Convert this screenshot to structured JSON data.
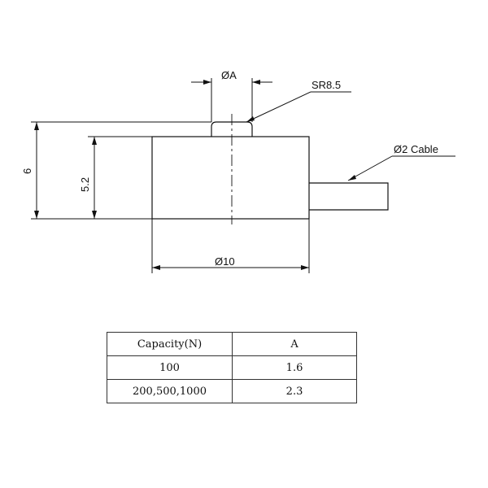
{
  "drawing": {
    "dim_pin_diameter": "ØA",
    "dim_sphere_radius": "SR8.5",
    "dim_total_height": "6",
    "dim_body_height": "5.2",
    "dim_body_diameter": "Ø10",
    "dim_cable": "Ø2 Cable"
  },
  "table": {
    "headers": [
      "Capacity(N)",
      "A"
    ],
    "rows": [
      [
        "100",
        "1.6"
      ],
      [
        "200,500,1000",
        "2.3"
      ]
    ]
  },
  "colors": {
    "line": "#111111",
    "background": "#ffffff"
  }
}
